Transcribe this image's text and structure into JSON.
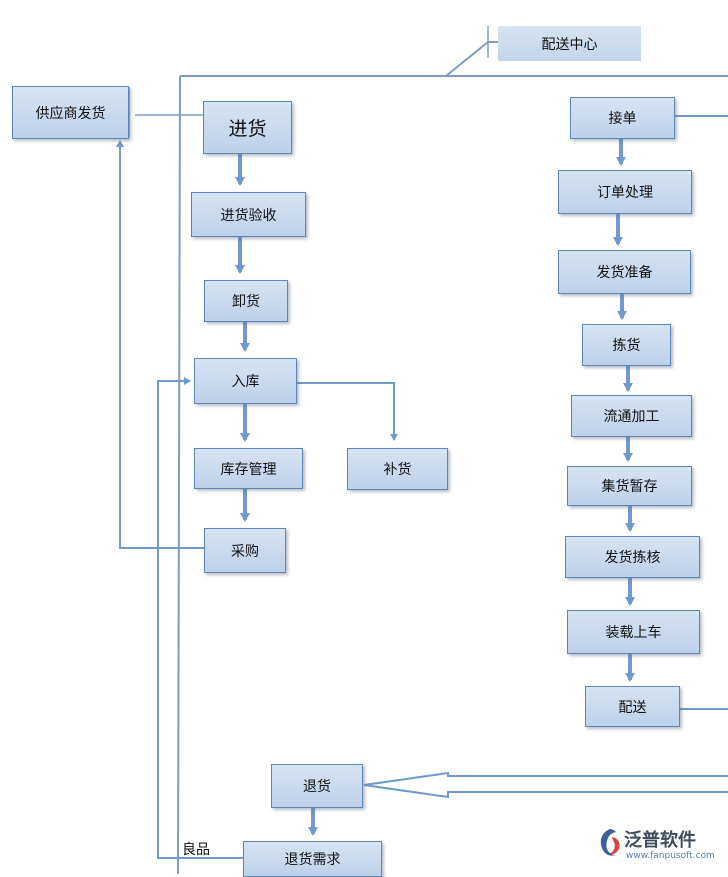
{
  "diagram": {
    "center_title": "配送中心",
    "supplier": "供应商发货",
    "receiving": "进货",
    "inspection": "进货验收",
    "unloading": "卸货",
    "warehousing": "入库",
    "inventory": "库存管理",
    "replenish": "补货",
    "purchase": "采购",
    "order_receive": "接单",
    "order_process": "订单处理",
    "ship_prepare": "发货准备",
    "picking": "拣货",
    "processing": "流通加工",
    "staging": "集货暂存",
    "ship_check": "发货拣核",
    "loading": "装载上车",
    "delivery": "配送",
    "returns": "退货",
    "return_demand": "退货需求",
    "good_label": "良品"
  },
  "logo": {
    "name": "泛普软件",
    "url": "www.fanpusoft.com",
    "icon": "fanpu-logo-icon"
  },
  "colors": {
    "box_border": "#5e86b4",
    "box_fill_top": "#d6e4f3",
    "box_fill_bottom": "#bcd1ea",
    "line": "#6f9acb",
    "frame": "#7d9cc4"
  }
}
